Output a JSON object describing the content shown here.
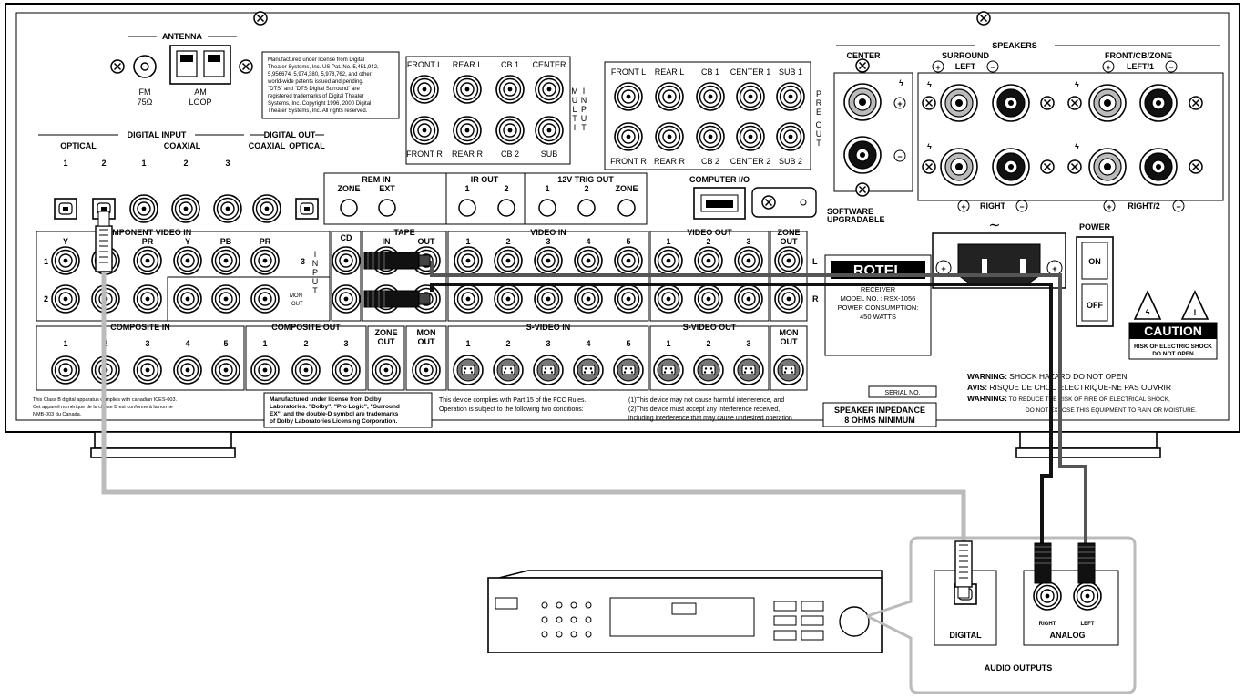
{
  "antenna": {
    "title": "ANTENNA",
    "fm": "FM",
    "fm_ohm": "75Ω",
    "am": "AM",
    "am_loop": "LOOP"
  },
  "dts_notice": [
    "Manufactured under license from Digital",
    "Theater Systems, Inc. US Pat. No. 5,451,942,",
    "5,956674, 5,974,380, 5,978,762, and other",
    "world-wide patents issued and pending.",
    "\"DTS\" and \"DTS Digital Surround\" are",
    "registered trademarks of Digital Theater",
    "Systems, Inc. Copyright 1996, 2000 Digital",
    "Theater Systems, Inc. All rights reserved."
  ],
  "multi_input": {
    "row1": [
      "FRONT L",
      "REAR L",
      "CB 1",
      "CENTER"
    ],
    "row2": [
      "FRONT R",
      "REAR R",
      "CB 2",
      "SUB"
    ],
    "side": [
      "M",
      "U",
      "L",
      "T",
      "I",
      "",
      "I",
      "N",
      "P",
      "U",
      "T"
    ]
  },
  "pre_out": {
    "row1": [
      "FRONT L",
      "REAR L",
      "CB 1",
      "CENTER 1",
      "SUB 1"
    ],
    "row2": [
      "FRONT R",
      "REAR R",
      "CB 2",
      "CENTER 2",
      "SUB 2"
    ],
    "side": [
      "P",
      "R",
      "E",
      "",
      "O",
      "U",
      "T"
    ]
  },
  "speakers": {
    "title": "SPEAKERS",
    "center": "CENTER",
    "surround": "SURROUND",
    "left": "LEFT",
    "front": "FRONT/CB/ZONE",
    "left1": "LEFT/1",
    "right": "RIGHT",
    "right2": "RIGHT/2",
    "plus": "+",
    "minus": "−"
  },
  "digital_input": {
    "title": "DIGITAL INPUT",
    "optical": "OPTICAL",
    "coaxial": "COAXIAL",
    "nums": [
      "1",
      "2",
      "1",
      "2",
      "3"
    ]
  },
  "digital_out": {
    "title": "DIGITAL OUT",
    "coaxial": "COAXIAL",
    "optical": "OPTICAL"
  },
  "rem_in": {
    "title": "REM IN",
    "zone": "ZONE",
    "ext": "EXT"
  },
  "ir_out": {
    "title": "IR OUT",
    "nums": [
      "1",
      "2"
    ]
  },
  "trig_out": {
    "title": "12V TRIG OUT",
    "labels": [
      "1",
      "2",
      "ZONE"
    ]
  },
  "computer_io": "COMPUTER I/O",
  "software": [
    "SOFTWARE",
    "UPGRADABLE"
  ],
  "component_video": {
    "title": "COMPONENT VIDEO IN",
    "cols": [
      "Y",
      "PR",
      "Y",
      "PB",
      "PR"
    ],
    "rows": [
      "1",
      "2"
    ],
    "three": "3",
    "mon": "MON",
    "out": "OUT",
    "side": [
      "I",
      "N",
      "P",
      "U",
      "T"
    ]
  },
  "cd": "CD",
  "tape": {
    "title": "TAPE",
    "in": "IN",
    "out": "OUT"
  },
  "video_in": {
    "title": "VIDEO IN",
    "nums": [
      "1",
      "2",
      "3",
      "4",
      "5"
    ]
  },
  "video_out": {
    "title": "VIDEO OUT",
    "nums": [
      "1",
      "2",
      "3"
    ]
  },
  "zone_out": {
    "title": "ZONE",
    "out": "OUT",
    "l": "L",
    "r": "R"
  },
  "composite_in": {
    "title": "COMPOSITE IN",
    "nums": [
      "1",
      "2",
      "3",
      "4",
      "5"
    ]
  },
  "composite_out": {
    "title": "COMPOSITE OUT",
    "nums": [
      "1",
      "2",
      "3"
    ]
  },
  "zone_mon": {
    "zone": "ZONE",
    "mon": "MON",
    "out": "OUT"
  },
  "svideo_in": {
    "title": "S-VIDEO IN",
    "nums": [
      "1",
      "2",
      "3",
      "4",
      "5"
    ]
  },
  "svideo_out": {
    "title": "S-VIDEO OUT",
    "nums": [
      "1",
      "2",
      "3"
    ]
  },
  "mon_out": {
    "mon": "MON",
    "out": "OUT"
  },
  "rotel": {
    "logo": "ROTEL",
    "lines": [
      "RECEIVER",
      "MODEL NO. : RSX-1056",
      "POWER CONSUMPTION:",
      "450 WATTS"
    ]
  },
  "power": {
    "title": "POWER",
    "on": "ON",
    "off": "OFF"
  },
  "caution": {
    "title": "CAUTION",
    "line1": "RISK OF ELECTRIC SHOCK",
    "line2": "DO NOT OPEN"
  },
  "warning": [
    {
      "b": "WARNING:",
      "t": " SHOCK HAZARD DO NOT OPEN"
    },
    {
      "b": "AVIS:",
      "t": " RISQUE DE CHOC ELECTRIQUE-NE PAS OUVRIR"
    },
    {
      "b": "WARNING:",
      "t": " TO REDUCE THE RISK OF FIRE OR ELECTRICAL SHOCK,"
    },
    {
      "b": "",
      "t": "DO NOT EXPOSE THIS EQUIPMENT TO RAIN OR MOISTURE."
    }
  ],
  "serial": "SERIAL NO.",
  "impedance": [
    "SPEAKER IMPEDANCE",
    "8 OHMS MINIMUM"
  ],
  "canada": [
    "This Class B digital apparatus complies with canadian ICES-003.",
    "Cet appareil numérique de la classe B est conforme à la norme",
    "NMB-003 du Canada."
  ],
  "dolby": [
    "Manufactured under license from Dolby",
    "Laboratories. \"Dolby\", \"Pro Logic\", \"Surround",
    "EX\", and the double-D symbol are trademarks",
    "of Dolby Laboratories Licensing Corporation."
  ],
  "fcc": [
    "This device complies with Part 15 of the FCC Rules.",
    "Operation is subject to the following two conditions:"
  ],
  "fcc2": [
    "(1)This device may not cause harmful interference, and",
    "(2)This device must accept any interference received,",
    "including interference that may cause undesired operation"
  ],
  "source": {
    "digital": "DIGITAL",
    "analog": "ANALOG",
    "right": "RIGHT",
    "left": "LEFT",
    "audio_outputs": "AUDIO OUTPUTS"
  }
}
